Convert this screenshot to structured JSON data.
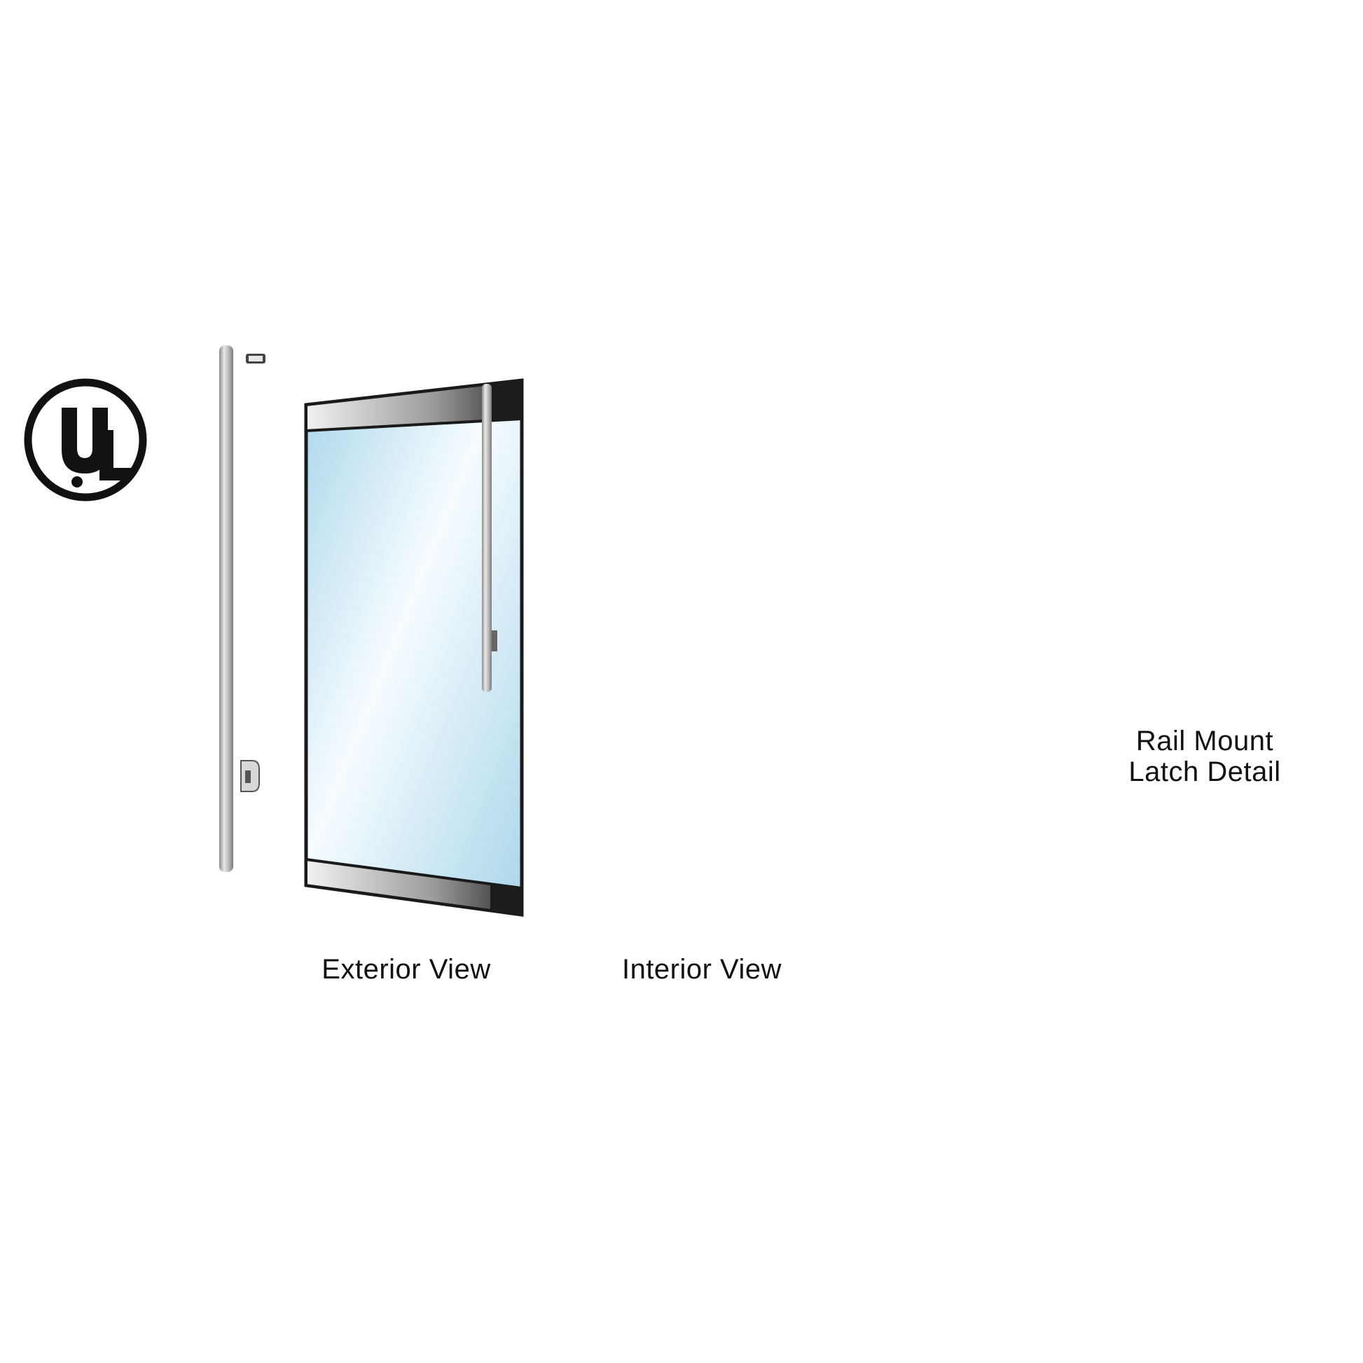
{
  "figure": {
    "title": "Rail mount latch door hardware product diagram",
    "certification_mark": {
      "icon": "ul-listed-mark",
      "text_u": "U",
      "text_l": "L",
      "color": "#111111"
    },
    "views": [
      {
        "id": "exterior",
        "label": "Exterior View"
      },
      {
        "id": "interior",
        "label": "Interior View"
      }
    ],
    "detail": {
      "label_line1": "Rail Mount",
      "label_line2": "Latch Detail"
    },
    "colors": {
      "glass_light": "#f4fbff",
      "glass_dark": "#b7dcec",
      "rail_dark": "#3a3a3a",
      "rail_light": "#e6e6e6",
      "frame": "#1a1a1a",
      "steel": "#bdbdbd",
      "steel_highlight": "#f0f0f0"
    }
  }
}
